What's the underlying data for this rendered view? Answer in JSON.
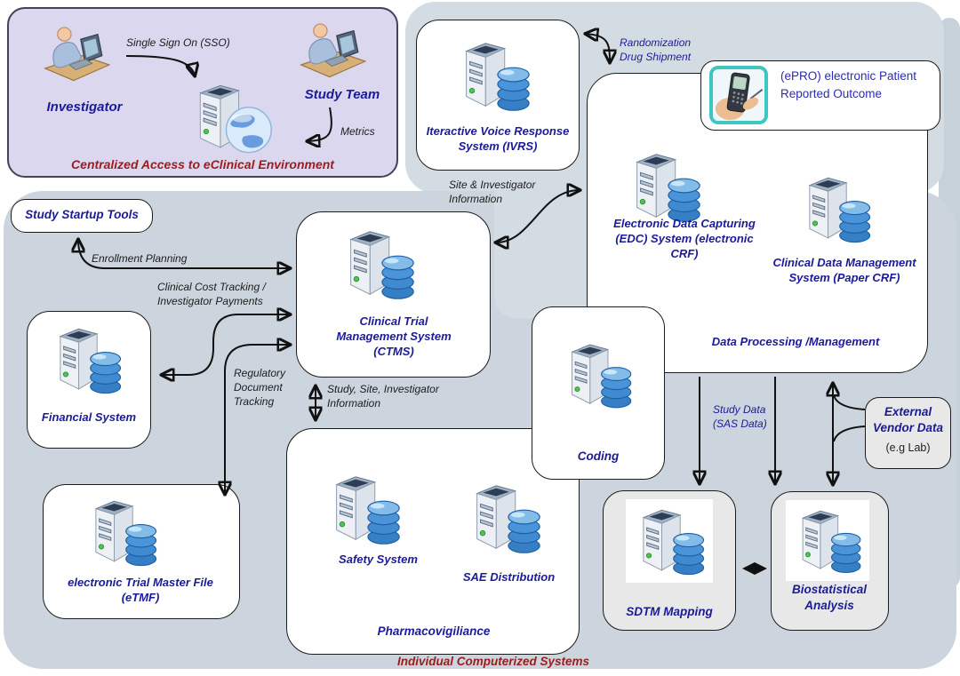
{
  "colors": {
    "page_bg": "#ffffff",
    "panel_bg": "#ccd5de",
    "blob_bg": "#d4dce3",
    "purple_bg": "#dad7ef",
    "navy_text": "#1b1b9a",
    "red_caption": "#9b1c1c",
    "flow_label": "#1c1c1c",
    "gray_box": "#e8e8e8",
    "epro_text": "#2a2ac0",
    "db_blue": "#3f8ad0",
    "led_green": "#4fc455"
  },
  "centralized": {
    "caption": "Centralized Access to eClinical Environment",
    "investigator": "Investigator",
    "study_team": "Study Team",
    "sso": "Single Sign On (SSO)",
    "metrics": "Metrics"
  },
  "systems": {
    "study_startup": "Study Startup Tools",
    "ivrs": "Iteractive Voice Response System (IVRS)",
    "epro": "(ePRO) electronic Patient Reported Outcome",
    "edc": "Electronic Data Capturing (EDC) System (electronic CRF)",
    "cdms": "Clinical Data Management System (Paper CRF)",
    "data_processing": "Data Processing /Management",
    "ctms": "Clinical Trial Management System (CTMS)",
    "financial": "Financial System",
    "etmf": "electronic Trial Master File (eTMF)",
    "coding": "Coding",
    "safety": "Safety System",
    "sae": "SAE Distribution",
    "pharmacovigilance": "Pharmacovigiliance",
    "sdtm": "SDTM Mapping",
    "biostat": "Biostatistical Analysis",
    "external_vendor": "External Vendor Data",
    "external_vendor_note": "(e.g Lab)"
  },
  "flows": {
    "randomization": "Randomization Drug Shipment",
    "site_investigator": "Site & Investigator Information",
    "enrollment": "Enrollment Planning",
    "clinical_cost": "Clinical Cost Tracking / Investigator Payments",
    "regulatory": "Regulatory Document Tracking",
    "study_site_investigator": "Study, Site, Investigator Information",
    "study_data": "Study Data (SAS Data)"
  },
  "footer": {
    "caption": "Individual Computerized Systems"
  },
  "icons": {
    "server": "server-database-icon",
    "person": "person-at-computer-icon",
    "globe_server": "server-globe-icon",
    "epro": "handheld-epro-device-icon"
  }
}
